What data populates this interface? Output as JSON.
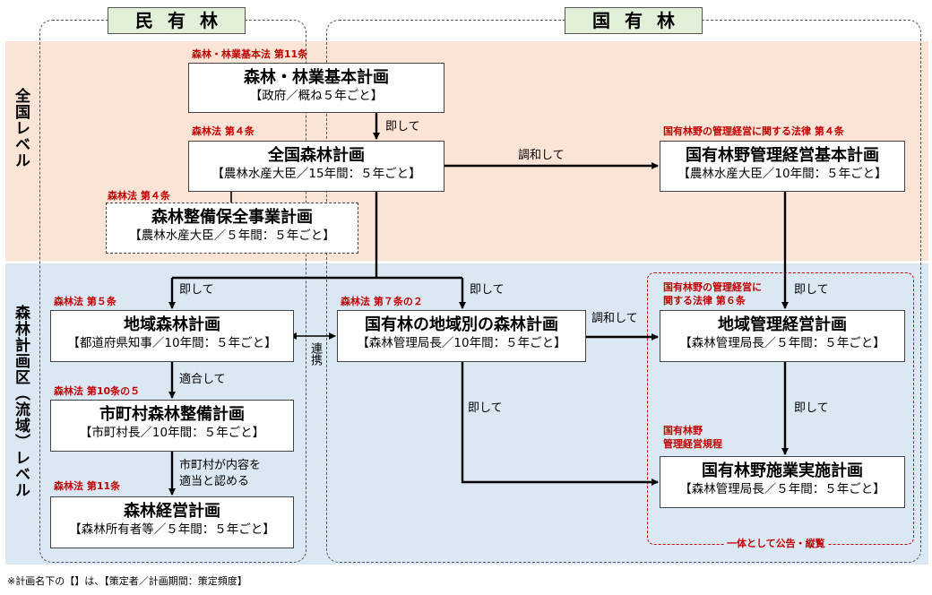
{
  "columns": {
    "private": "民有林",
    "national": "国有林"
  },
  "levels": {
    "national": "全国レベル",
    "regional": "森林計画区（流域）レベル"
  },
  "plans": {
    "kihon": {
      "title": "森林・林業基本計画",
      "sub": "【政府／概ね５年ごと】",
      "law": "森林・林業基本法 第11条"
    },
    "zenkoku": {
      "title": "全国森林計画",
      "sub": "【農林水産大臣／15年間：５年ごと】",
      "law": "森林法 第４条"
    },
    "seibi": {
      "title": "森林整備保全事業計画",
      "sub": "【農林水産大臣／５年間：５年ごと】",
      "law": "森林法 第４条"
    },
    "kokuyu_kihon": {
      "title": "国有林野管理経営基本計画",
      "sub": "【農林水産大臣／10年間：５年ごと】",
      "law": "国有林野の管理経営に関する法律 第４条"
    },
    "chiiki": {
      "title": "地域森林計画",
      "sub": "【都道府県知事／10年間：５年ごと】",
      "law": "森林法 第５条"
    },
    "kokuyu_chiiki": {
      "title": "国有林の地域別の森林計画",
      "sub": "【森林管理局長／10年間：５年ごと】",
      "law": "森林法 第７条の２"
    },
    "chiiki_kanri": {
      "title": "地域管理経営計画",
      "sub": "【森林管理局長／５年間：５年ごと】",
      "law_line1": "国有林野の管理経営に",
      "law_line2": "関する法律 第６条"
    },
    "shichoson": {
      "title": "市町村森林整備計画",
      "sub": "【市町村長／10年間：５年ごと】",
      "law": "森林法 第10条の５"
    },
    "keiei": {
      "title": "森林経営計画",
      "sub": "【森林所有者等／５年間：５年ごと】",
      "law": "森林法 第11条"
    },
    "shigyo": {
      "title": "国有林野施業実施計画",
      "sub": "【森林管理局長／５年間：５年ごと】",
      "law_line1": "国有林野",
      "law_line2": "管理経営規程"
    }
  },
  "edges": {
    "sokushite": "即して",
    "chowa": "調和して",
    "tekigo": "適合して",
    "nintei_line1": "市町村が内容を",
    "nintei_line2": "適当と認める",
    "renkei": "連携"
  },
  "group_caption": "一体として公告・縦覧",
  "footnote": "※計画名下の【】は、【策定者／計画期間：策定頻度】"
}
